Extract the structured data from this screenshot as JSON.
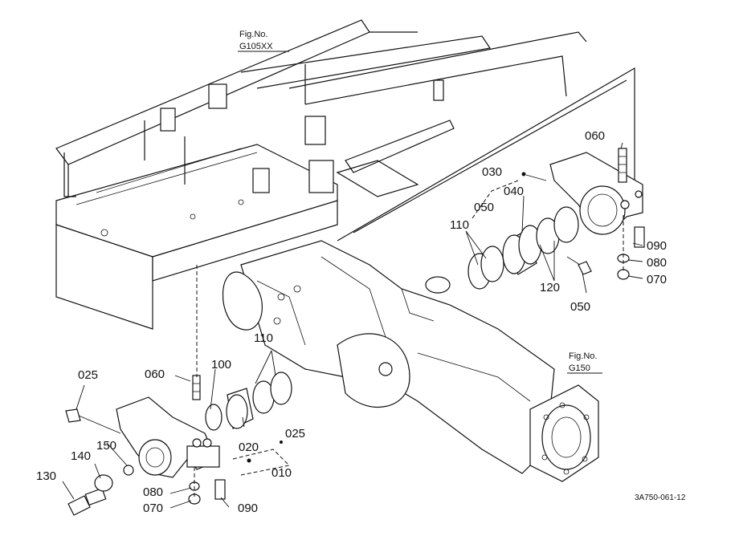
{
  "figure_refs": {
    "top": {
      "title": "Fig.No.",
      "code": "G105XX"
    },
    "right": {
      "title": "Fig.No.",
      "code": "G150"
    }
  },
  "parts": {
    "p010": "010",
    "p020": "020",
    "p025a": "025",
    "p025b": "025",
    "p030": "030",
    "p040": "040",
    "p050a": "050",
    "p050b": "050",
    "p060a": "060",
    "p060b": "060",
    "p070a": "070",
    "p070b": "070",
    "p080a": "080",
    "p080b": "080",
    "p090a": "090",
    "p090b": "090",
    "p100": "100",
    "p110a": "110",
    "p110b": "110",
    "p120": "120",
    "p130": "130",
    "p140": "140",
    "p150": "150"
  },
  "diagram_id": "3A750-061-12"
}
